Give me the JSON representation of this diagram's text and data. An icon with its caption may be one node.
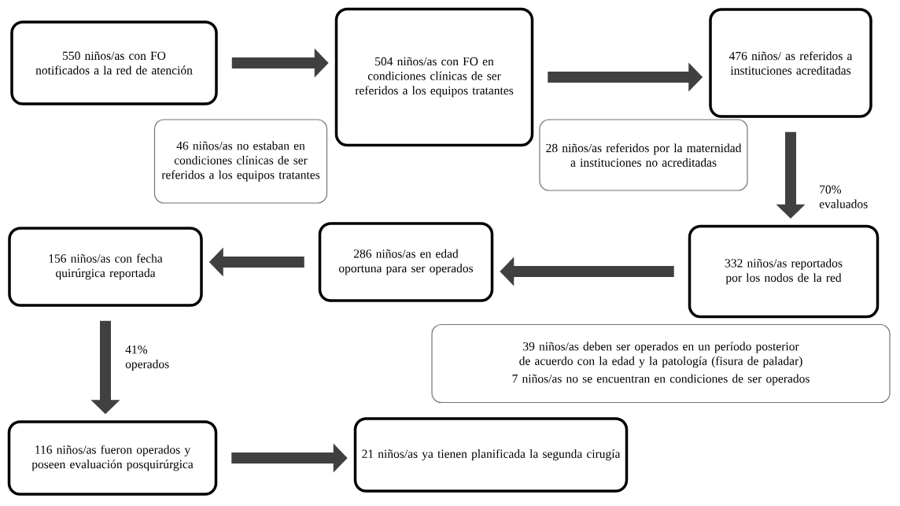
{
  "diagram": {
    "nodes": [
      {
        "text": [
          "550 niños/as con FO notificados a la red de atención"
        ]
      },
      {
        "text": [
          "504 niños/as con FO en condiciones clínicas de ser referidos a los equipos tratantes"
        ]
      },
      {
        "text": [
          "476 niños/ as referidos a instituciones acreditadas"
        ]
      },
      {
        "text": [
          "46 niños/as no estaban en condiciones clínicas de ser referidos a los equipos tratantes"
        ]
      },
      {
        "text": [
          "28 niños/as referidos por la maternidad a instituciones no acreditadas"
        ]
      },
      {
        "text": [
          "332 niños/as reportados por los nodos de la red"
        ]
      },
      {
        "text": [
          "286 niños/as en edad oportuna para ser operados"
        ]
      },
      {
        "text": [
          "156 niños/as con fecha quirúrgica reportada"
        ]
      },
      {
        "text": [
          "39 niños/as deben ser operados en un período posterior de acuerdo con la edad y la patología (fisura de paladar)",
          "7 niños/as no se encuentran en condiciones de ser operados"
        ]
      },
      {
        "text": [
          "116 niños/as fueron operados y poseen evaluación posquirúrgica"
        ]
      },
      {
        "text": [
          "21 niños/as ya tienen planificada la segunda cirugía"
        ]
      }
    ],
    "edges": [
      {
        "from": 0,
        "to": 1,
        "arrow": "to"
      },
      {
        "from": 1,
        "to": 2,
        "arrow": "to"
      },
      {
        "from": 2,
        "to": 5,
        "arrow": "to",
        "label": "70% evaluados"
      },
      {
        "from": 5,
        "to": 6,
        "arrow": "to"
      },
      {
        "from": 6,
        "to": 7,
        "arrow": "to"
      },
      {
        "from": 7,
        "to": 9,
        "arrow": "to",
        "label": "41% operados"
      },
      {
        "from": 9,
        "to": 10,
        "arrow": "to"
      }
    ]
  }
}
